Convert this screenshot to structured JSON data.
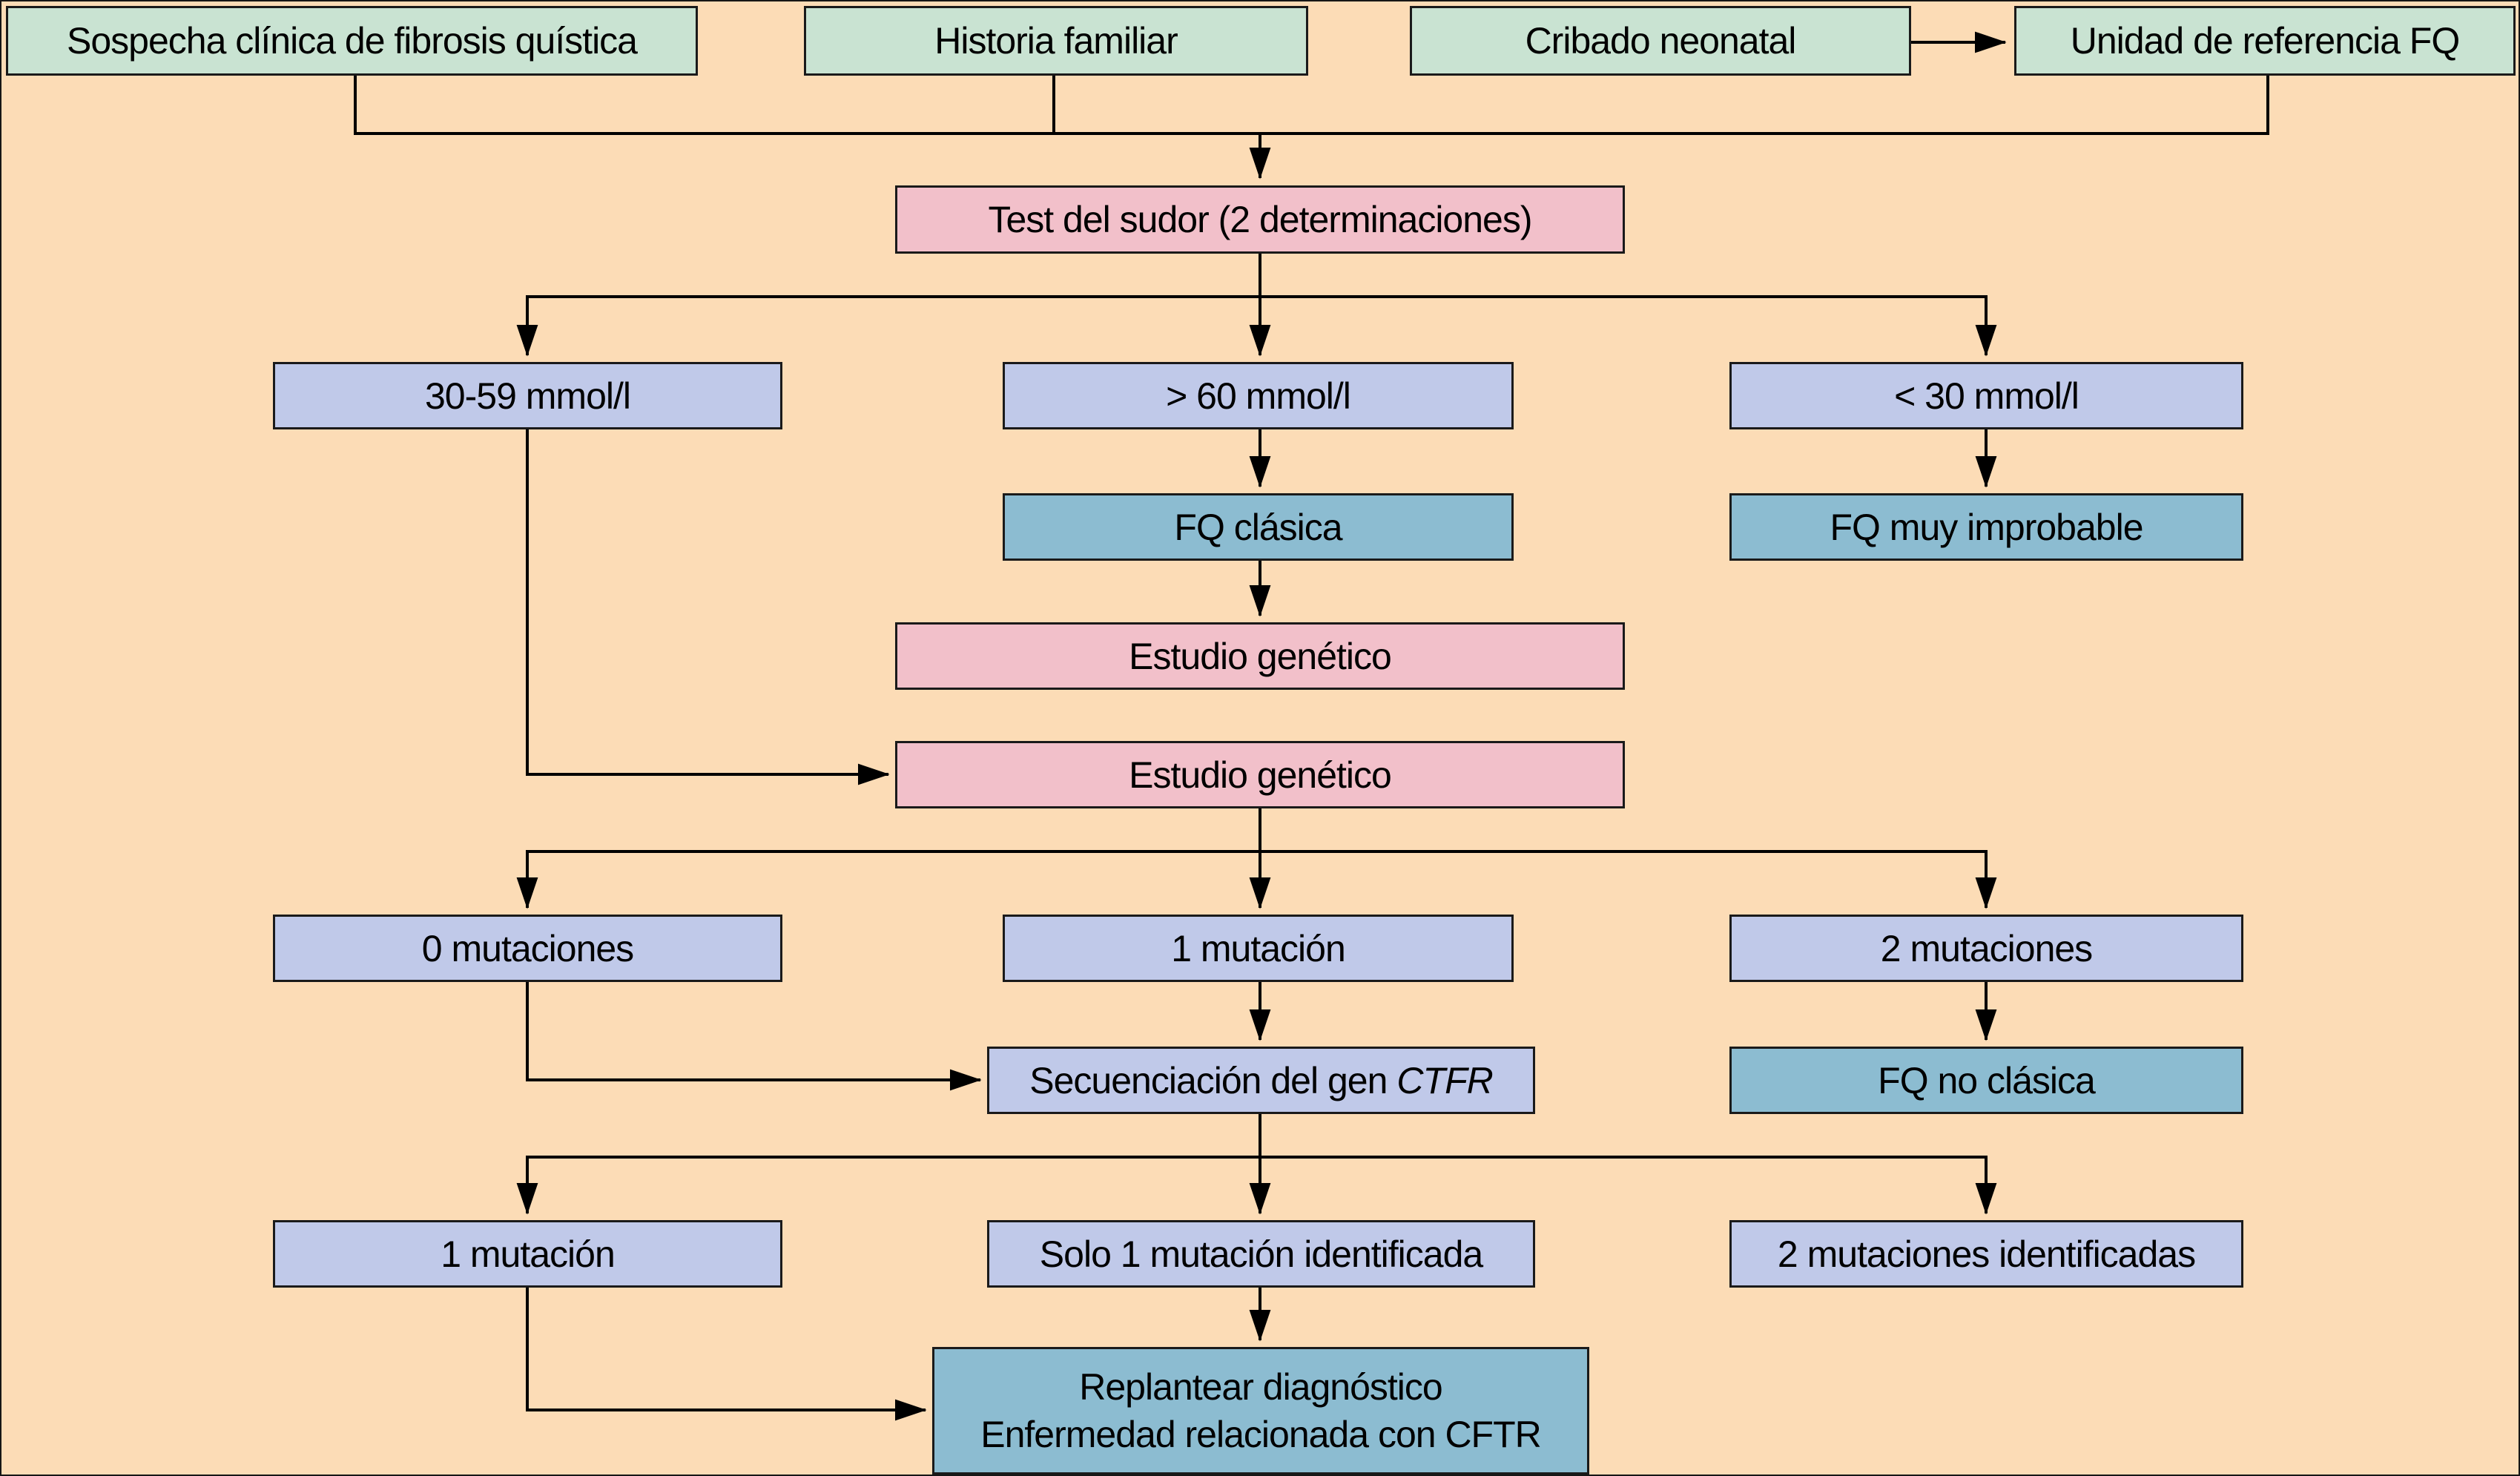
{
  "diagram": {
    "background_color": "#fcdcb6",
    "colors": {
      "entry_box": "#c9e3d2",
      "test_box": "#f2c0ca",
      "result_box": "#c0c9e9",
      "diagnosis_box": "#8cbcd1",
      "border": "#1a1a1a",
      "connector": "#000000"
    },
    "nodes": {
      "sospecha": {
        "label": "Sospecha clínica de fibrosis quística"
      },
      "historia": {
        "label": "Historia familiar"
      },
      "cribado": {
        "label": "Cribado neonatal"
      },
      "unidad": {
        "label": "Unidad de referencia FQ"
      },
      "test_sudor": {
        "label": "Test del sudor (2 determinaciones)"
      },
      "sudor_30_59": {
        "label": "30-59 mmol/l"
      },
      "sudor_mayor_60": {
        "label": "> 60 mmol/l"
      },
      "sudor_menor_30": {
        "label": "< 30 mmol/l"
      },
      "fq_clasica": {
        "label": "FQ clásica"
      },
      "fq_muy_improbable": {
        "label": "FQ muy improbable"
      },
      "estudio_genetico_1": {
        "label": "Estudio genético"
      },
      "estudio_genetico_2": {
        "label": "Estudio genético"
      },
      "mut_0": {
        "label": "0 mutaciones"
      },
      "mut_1": {
        "label": "1 mutación"
      },
      "mut_2": {
        "label": "2 mutaciones"
      },
      "secuenciacion": {
        "label_prefix": "Secuenciación del gen",
        "gene": "CTFR"
      },
      "fq_no_clasica": {
        "label": "FQ no clásica"
      },
      "final_1_mutacion": {
        "label": "1 mutación"
      },
      "solo_1_mutacion": {
        "label": "Solo 1 mutación identificada"
      },
      "mut_2_identificadas": {
        "label": "2 mutaciones identificadas"
      },
      "replantear": {
        "line1": "Replantear diagnóstico",
        "line2": "Enfermedad relacionada con CFTR"
      }
    },
    "edges": [
      {
        "from": "sospecha",
        "to": "test_sudor"
      },
      {
        "from": "historia",
        "to": "test_sudor"
      },
      {
        "from": "cribado",
        "to": "unidad"
      },
      {
        "from": "unidad",
        "to": "test_sudor"
      },
      {
        "from": "test_sudor",
        "to": "sudor_30_59"
      },
      {
        "from": "test_sudor",
        "to": "sudor_mayor_60"
      },
      {
        "from": "test_sudor",
        "to": "sudor_menor_30"
      },
      {
        "from": "sudor_mayor_60",
        "to": "fq_clasica"
      },
      {
        "from": "sudor_menor_30",
        "to": "fq_muy_improbable"
      },
      {
        "from": "fq_clasica",
        "to": "estudio_genetico_1"
      },
      {
        "from": "sudor_30_59",
        "to": "estudio_genetico_2"
      },
      {
        "from": "estudio_genetico_2",
        "to": "mut_0"
      },
      {
        "from": "estudio_genetico_2",
        "to": "mut_1"
      },
      {
        "from": "estudio_genetico_2",
        "to": "mut_2"
      },
      {
        "from": "mut_1",
        "to": "secuenciacion"
      },
      {
        "from": "mut_0",
        "to": "secuenciacion"
      },
      {
        "from": "mut_2",
        "to": "fq_no_clasica"
      },
      {
        "from": "secuenciacion",
        "to": "final_1_mutacion"
      },
      {
        "from": "secuenciacion",
        "to": "solo_1_mutacion"
      },
      {
        "from": "secuenciacion",
        "to": "mut_2_identificadas"
      },
      {
        "from": "solo_1_mutacion",
        "to": "replantear"
      },
      {
        "from": "final_1_mutacion",
        "to": "replantear"
      }
    ]
  }
}
